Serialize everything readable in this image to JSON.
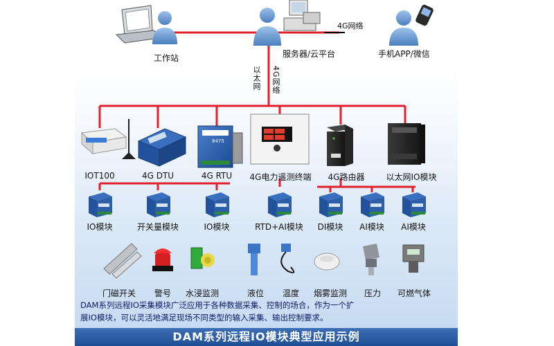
{
  "top_nodes": {
    "workstation": "工作站",
    "server": "服务器/云平台",
    "mobile": "手机APP/微信",
    "link_4g": "4G网络",
    "link_ethernet": "以太网",
    "link_4g_vertical": "4G网络"
  },
  "devices": [
    "IOT100",
    "4G DTU",
    "4G RTU",
    "4G电力遥测终端",
    "4G路由器",
    "以太网IO模块"
  ],
  "io_modules": [
    "IO模块",
    "开关量模块",
    "IO模块",
    "RTD+AI模块",
    "DI模块",
    "AI模块",
    "AI模块"
  ],
  "sensors": [
    "门磁开关",
    "警号",
    "水浸监测",
    "液位",
    "温度",
    "烟雾监测",
    "压力",
    "可燃气体"
  ],
  "device_texts": {
    "rtu_model": "8475"
  },
  "description": [
    "DAM系列远程IO采集模块广泛应用于各种数据采集、控制的场合，作为一个扩",
    "展IO模块，可以灵活地满足现场不同类型的输入采集、输出控制要求。"
  ],
  "title": "DAM系列远程IO模块典型应用示例",
  "colors": {
    "bus": "#e0202a",
    "title_bg": "#1f4e93",
    "module": "#2d5fa8",
    "person": "#6f9fd6"
  }
}
